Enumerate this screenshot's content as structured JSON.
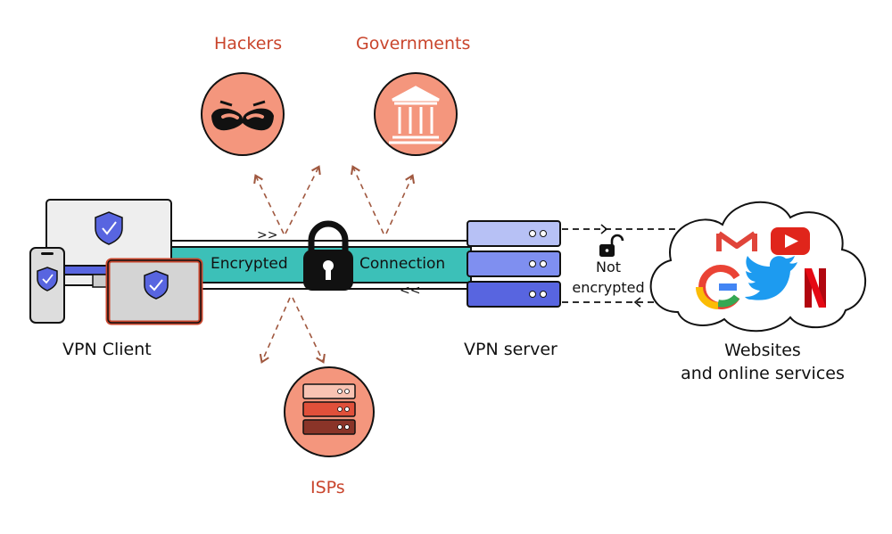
{
  "threats": {
    "hackers": "Hackers",
    "governments": "Governments",
    "isps": "ISPs"
  },
  "tunnel": {
    "left_label": "Encrypted",
    "right_label": "Connection"
  },
  "not_encrypted": {
    "line1": "Not",
    "line2": "encrypted"
  },
  "nodes": {
    "client": "VPN Client",
    "server": "VPN server",
    "websites_line1": "Websites",
    "websites_line2": "and online services"
  },
  "colors": {
    "accent_red": "#c9452c",
    "circle_fill": "#f4967d",
    "tunnel_teal": "#3cc0b8",
    "shield_blue": "#5865e0",
    "server_light": "#b7c1f5",
    "server_mid": "#7f8ff0",
    "server_dark": "#5865e0",
    "arrow_brown": "#a0583f"
  }
}
